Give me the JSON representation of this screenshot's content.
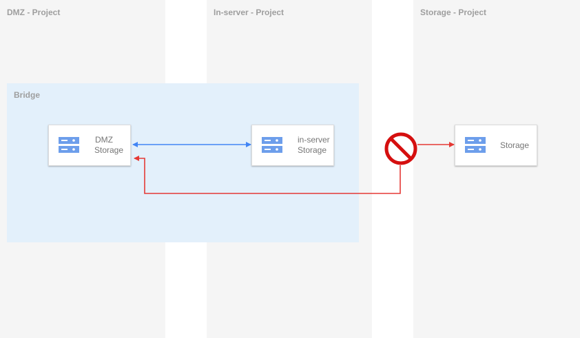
{
  "columns": [
    {
      "id": "dmz",
      "title": "DMZ - Project"
    },
    {
      "id": "in-server",
      "title": "In-server - Project"
    },
    {
      "id": "storage",
      "title": "Storage - Project"
    }
  ],
  "bridge": {
    "title": "Bridge"
  },
  "nodes": {
    "dmz_storage": {
      "line1": "DMZ",
      "line2": "Storage"
    },
    "inserver_storage": {
      "line1": "in-server",
      "line2": "Storage"
    },
    "storage": {
      "label": "Storage"
    }
  },
  "colors": {
    "column_bg": "#f5f5f5",
    "bridge_bg": "#e3f0fb",
    "allowed_connection": "#4285f4",
    "blocked_connection": "#e53935",
    "blocked_symbol": "#d50f0f",
    "icon_blue": "#6d9eeb"
  },
  "icons": {
    "node_icon": "server-icon",
    "blocked_icon": "prohibited-icon"
  }
}
